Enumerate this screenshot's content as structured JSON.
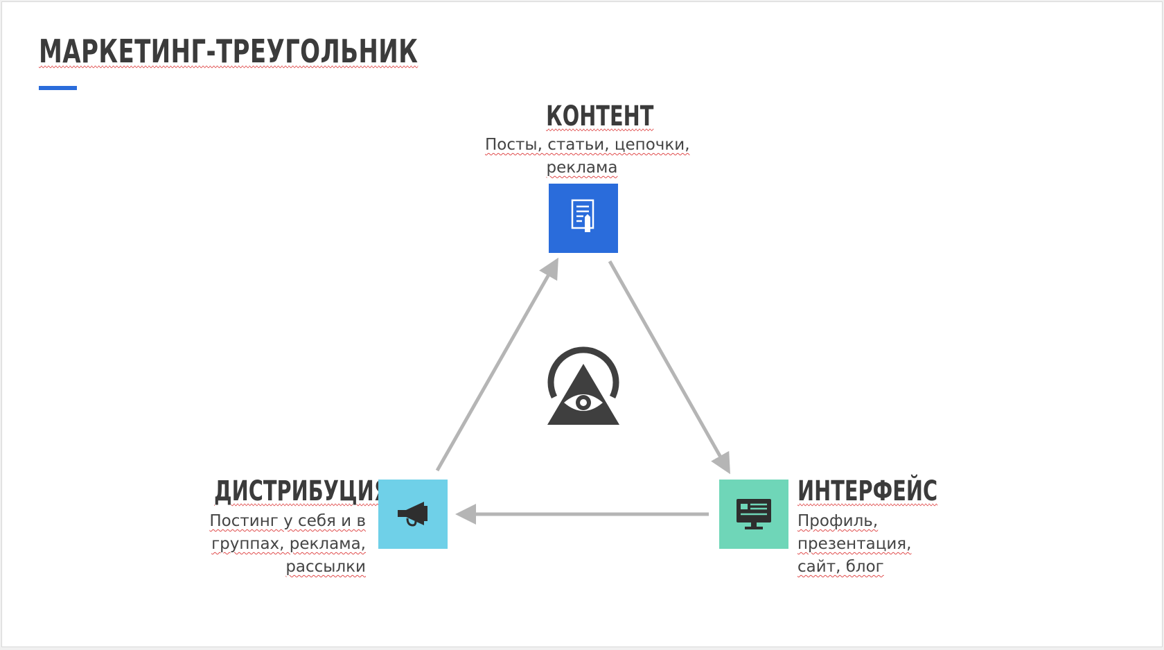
{
  "title": "МАРКЕТИНГ-ТРЕУГОЛЬНИК",
  "colors": {
    "accent": "#2a6cdb",
    "content_box": "#2a6cdb",
    "distribution_box": "#6fd0e8",
    "interface_box": "#6fd6b8",
    "arrow": "#b5b5b5",
    "icon_dark": "#3f3f3f"
  },
  "nodes": {
    "content": {
      "title": "КОНТЕНТ",
      "desc": [
        "Посты, статьи, цепочки,",
        "реклама"
      ],
      "icon": "document-pencil-icon"
    },
    "distribution": {
      "title": "ДИСТРИБУЦИЯ",
      "desc": [
        "Постинг у себя и в",
        "группах, реклама,",
        "рассылки"
      ],
      "icon": "megaphone-icon"
    },
    "interface": {
      "title": "ИНТЕРФЕЙС",
      "desc": [
        "Профиль,",
        "презентация,",
        "сайт, блог"
      ],
      "icon": "monitor-icon"
    }
  },
  "center_icon": "eye-triangle-icon"
}
